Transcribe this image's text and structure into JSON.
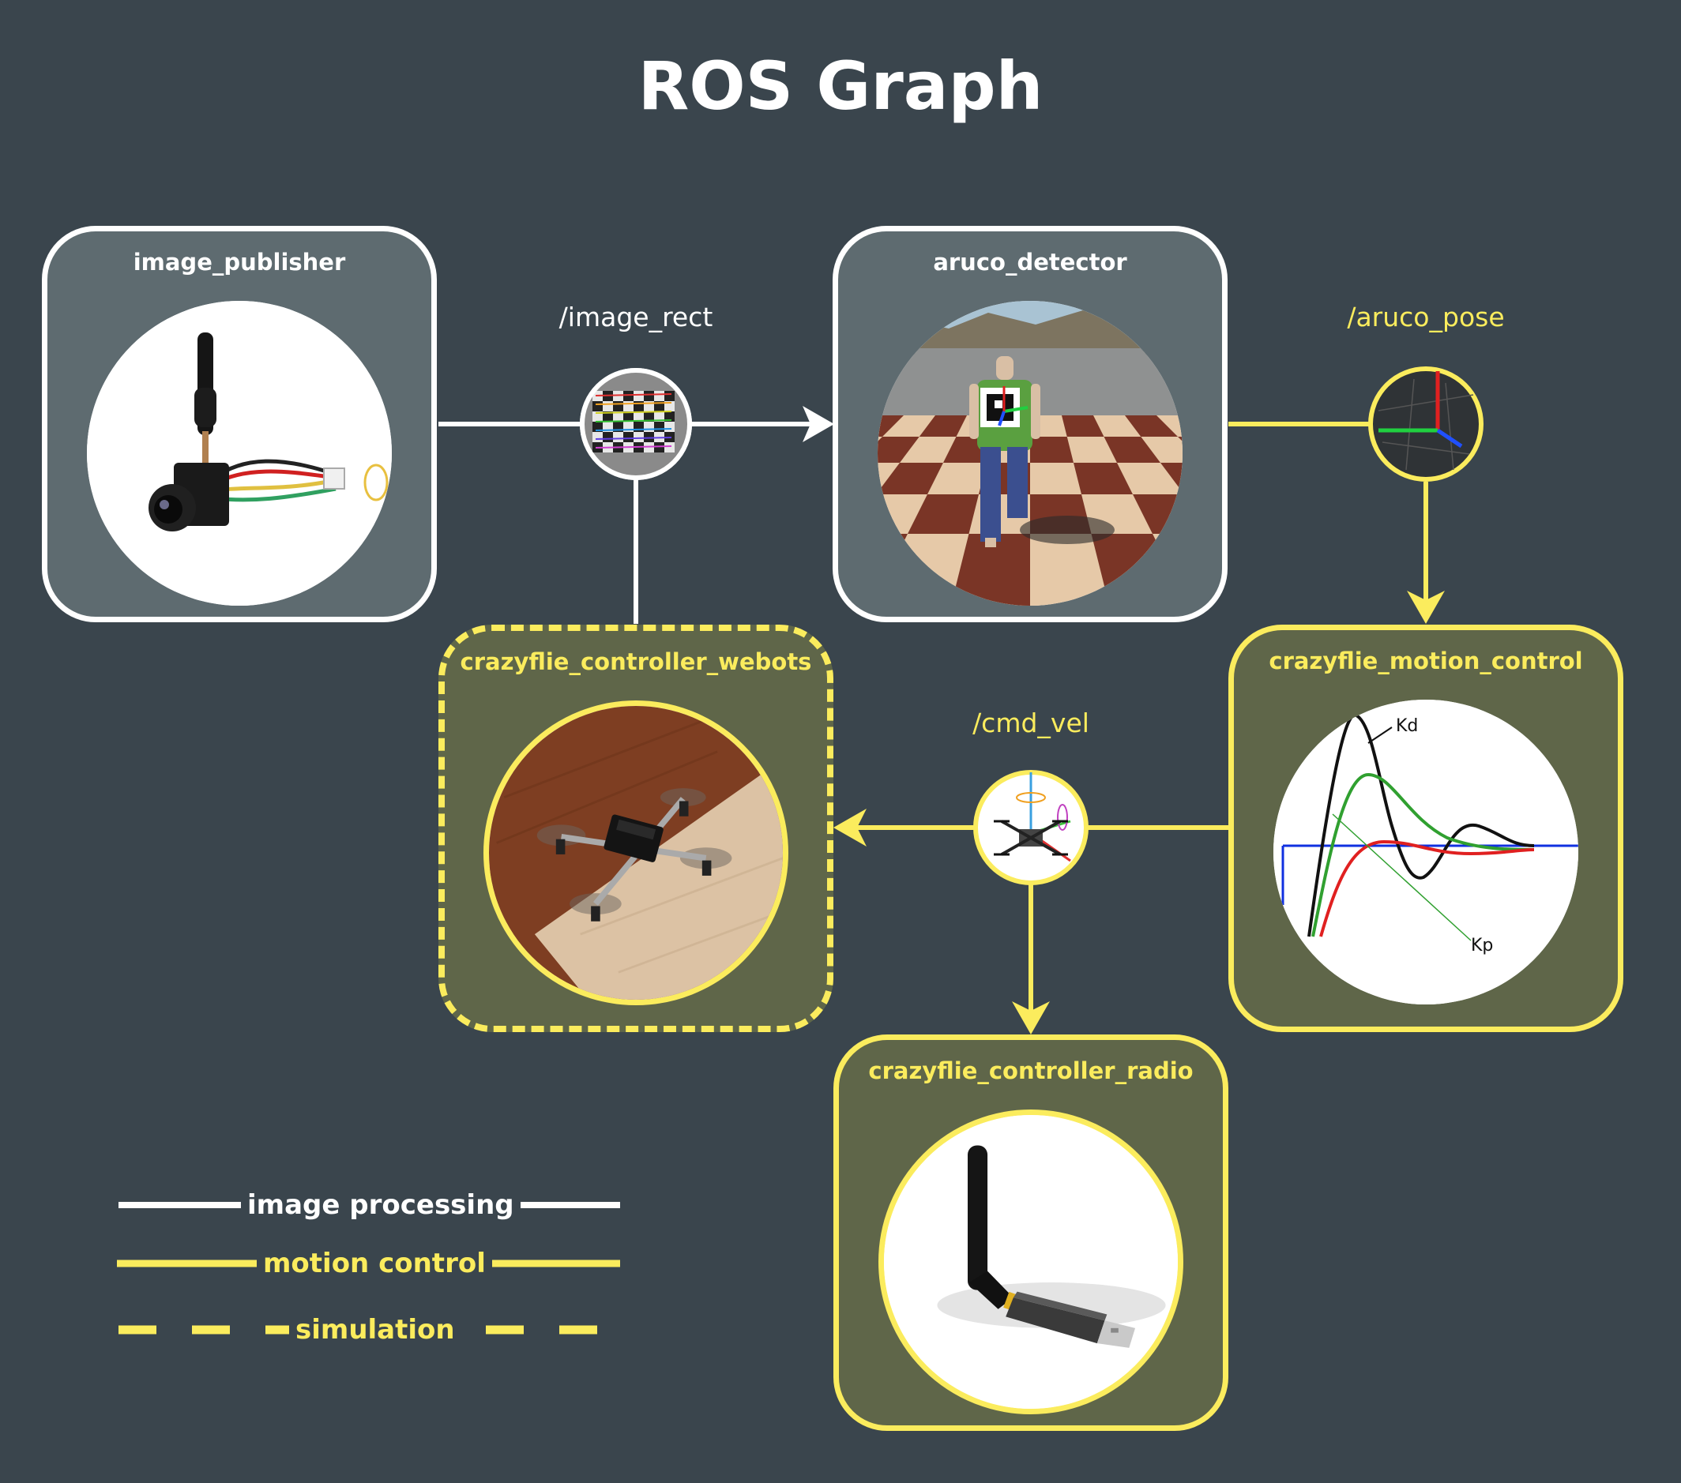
{
  "title": "ROS Graph",
  "colors": {
    "background": "#3a454d",
    "image_processing": "#ffffff",
    "motion_control": "#fbec5d",
    "node_fill_grey": "#5e6b70",
    "node_fill_olive": "#5f6649"
  },
  "nodes": {
    "image_publisher": {
      "label": "image_publisher",
      "icon": "fpv-camera-icon"
    },
    "aruco_detector": {
      "label": "aruco_detector",
      "icon": "walking-person-checkerboard-icon"
    },
    "crazyflie_controller_webots": {
      "label": "crazyflie_controller_webots",
      "icon": "quadcopter-drone-icon"
    },
    "crazyflie_motion_control": {
      "label": "crazyflie_motion_control",
      "icon": "pid-response-plot-icon"
    },
    "crazyflie_controller_radio": {
      "label": "crazyflie_controller_radio",
      "icon": "usb-radio-dongle-icon"
    }
  },
  "topics": {
    "image_rect": {
      "label": "/image_rect",
      "icon": "calibration-checkerboard-icon"
    },
    "aruco_pose": {
      "label": "/aruco_pose",
      "icon": "pose-axes-icon"
    },
    "cmd_vel": {
      "label": "/cmd_vel",
      "icon": "drone-velocity-axes-icon"
    }
  },
  "plot_labels": {
    "kd": "Kd",
    "kp": "Kp"
  },
  "legend": {
    "image_processing": "image processing",
    "motion_control": "motion control",
    "simulation": "simulation"
  }
}
